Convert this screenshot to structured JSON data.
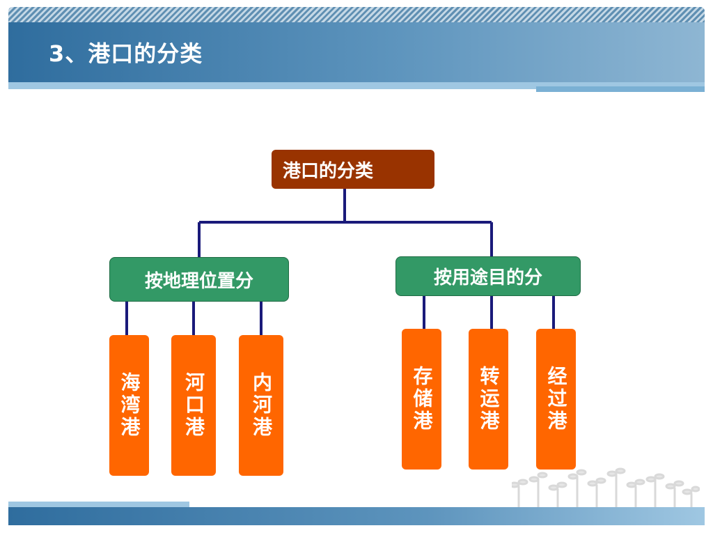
{
  "slide": {
    "title": "3、港口的分类"
  },
  "diagram": {
    "root": "港口的分类",
    "categories": [
      {
        "label": "按地理位置分",
        "children": [
          "海湾港",
          "河口港",
          "内河港"
        ]
      },
      {
        "label": "按用途目的分",
        "children": [
          "存储港",
          "转运港",
          "经过港"
        ]
      }
    ]
  },
  "colors": {
    "root": "#993300",
    "category": "#339966",
    "leaf": "#ff6600",
    "connector": "#1a1a7a",
    "title_bar": "#2f6d9e"
  },
  "icons": [
    "sprout-decoration-icon"
  ]
}
